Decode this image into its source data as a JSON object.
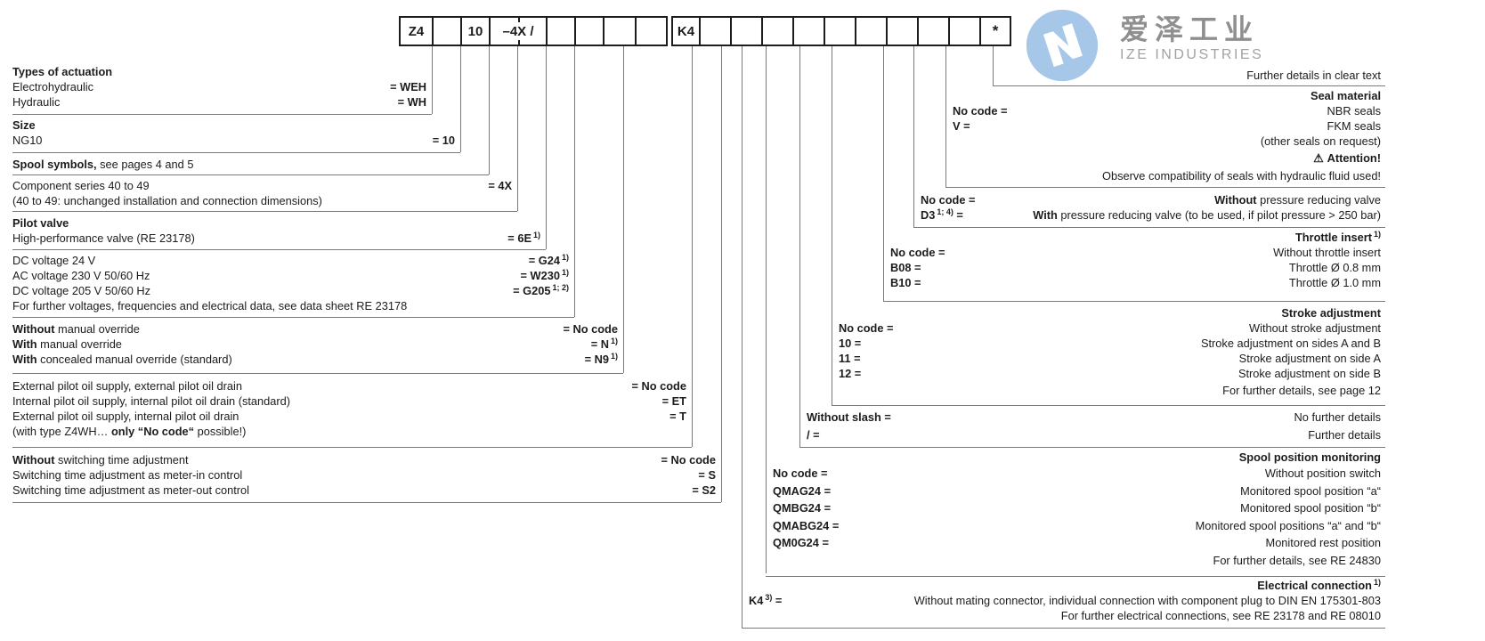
{
  "colors": {
    "logo_blue": "#a6c7e8",
    "line_gray": "#7a7a7a",
    "text": "#1c1c1c"
  },
  "logo": {
    "chinese": "爱泽工业",
    "english": "IZE INDUSTRIES"
  },
  "boxes": [
    "Z4",
    "",
    "10",
    "–4X /",
    "",
    "",
    "",
    "",
    "K4",
    "",
    "",
    "",
    "",
    "",
    "",
    "",
    "",
    "",
    "*"
  ],
  "left_sections": [
    {
      "title": "Types of actuation",
      "rows": [
        {
          "t": "Electrohydraulic",
          "code": "= WEH"
        },
        {
          "t": "Hydraulic",
          "code": "= WH"
        }
      ]
    },
    {
      "title": "Size",
      "rows": [
        {
          "t": "NG10",
          "code": "= 10"
        }
      ]
    },
    {
      "title": "",
      "rows": [
        {
          "b": "Spool symbols,",
          "t": " see pages 4 and 5",
          "code": ""
        }
      ]
    },
    {
      "title": "",
      "rows": [
        {
          "t": "Component series 40 to 49",
          "code": "= 4X"
        },
        {
          "t": "(40 to 49: unchanged installation and connection dimensions)",
          "code": ""
        }
      ]
    },
    {
      "title": "Pilot valve",
      "rows": [
        {
          "t": "High-performance valve (RE 23178)",
          "code": "= 6E",
          "sup": "1)"
        }
      ]
    },
    {
      "title": "",
      "rows": [
        {
          "t": "DC voltage 24 V",
          "code": "= G24",
          "sup": "1)"
        },
        {
          "t": "AC voltage 230 V 50/60 Hz",
          "code": "= W230",
          "sup": "1)"
        },
        {
          "t": "DC voltage 205 V 50/60 Hz",
          "code": "= G205",
          "sup": "1; 2)"
        },
        {
          "t": "For further voltages, frequencies and electrical data, see data sheet RE 23178",
          "code": ""
        }
      ]
    },
    {
      "title": "",
      "rows": [
        {
          "b": "Without",
          "t": " manual override",
          "code": "= No code"
        },
        {
          "b": "With",
          "t": " manual override",
          "code": "= N",
          "sup": "1)"
        },
        {
          "b": "With",
          "t": " concealed manual override (standard)",
          "code": "= N9",
          "sup": "1)"
        }
      ]
    },
    {
      "title": "",
      "rows": [
        {
          "t": "External pilot oil supply, external pilot oil drain",
          "code": "= No code"
        },
        {
          "t": "Internal pilot oil supply, internal pilot oil drain (standard)",
          "code": "= ET"
        },
        {
          "t": "External pilot oil supply, internal pilot oil drain",
          "code": "= T"
        },
        {
          "t0": "(with type Z4WH… ",
          "b": "only “No code“",
          "t": " possible!)",
          "code": ""
        }
      ]
    },
    {
      "title": "",
      "rows": [
        {
          "b": "Without",
          "t": " switching time adjustment",
          "code": "= No code"
        },
        {
          "t": "Switching time adjustment as meter-in control",
          "code": "= S"
        },
        {
          "t": "Switching time adjustment as meter-out control",
          "code": "= S2"
        }
      ]
    }
  ],
  "right_sections": [
    {
      "title": "",
      "rows": [
        {
          "c": "",
          "d": "Further details in clear text"
        }
      ]
    },
    {
      "title": "Seal material",
      "rows": [
        {
          "c": "No code =",
          "d": "NBR seals"
        },
        {
          "c": "V =",
          "d": "FKM seals"
        },
        {
          "c": "",
          "d": "(other seals on request)"
        },
        {
          "c": "",
          "icon": "⚠",
          "db": "Attention!",
          "d": ""
        },
        {
          "c": "",
          "d": "Observe compatibility of seals with hydraulic fluid used!"
        }
      ]
    },
    {
      "title": "",
      "rows": [
        {
          "c": "No code =",
          "db": "Without",
          "d": " pressure reducing valve"
        },
        {
          "c": "D3",
          "csup": "1; 4)",
          "c2": " =",
          "db": "With",
          "d": " pressure reducing valve (to be used, if pilot pressure > 250 bar)"
        }
      ]
    },
    {
      "title": "Throttle insert",
      "tsup": "1)",
      "rows": [
        {
          "c": "No code =",
          "d": "Without throttle insert"
        },
        {
          "c": "B08 =",
          "d": "Throttle Ø 0.8 mm"
        },
        {
          "c": "B10 =",
          "d": "Throttle Ø 1.0 mm"
        }
      ]
    },
    {
      "title": "Stroke adjustment",
      "rows": [
        {
          "c": "No code =",
          "d": "Without stroke adjustment"
        },
        {
          "c": "10 =",
          "d": "Stroke adjustment on sides A and B"
        },
        {
          "c": "11 =",
          "d": "Stroke adjustment on side A"
        },
        {
          "c": "12 =",
          "d": "Stroke adjustment on side B"
        },
        {
          "c": "",
          "d": "For further details, see page 12"
        }
      ]
    },
    {
      "title": "",
      "rows": [
        {
          "c": "Without slash =",
          "d": "No further details"
        },
        {
          "c": "/ =",
          "d": "Further details"
        }
      ]
    },
    {
      "title": "Spool position monitoring",
      "rows": [
        {
          "c": "No code =",
          "d": "Without position switch"
        },
        {
          "c": "QMAG24 =",
          "d": "Monitored spool position “a“"
        },
        {
          "c": "QMBG24 =",
          "d": "Monitored spool position “b“"
        },
        {
          "c": "QMABG24 =",
          "d": "Monitored spool positions “a“ and “b“"
        },
        {
          "c": "QM0G24 =",
          "d": "Monitored rest position"
        },
        {
          "c": "",
          "d": "For further details, see RE 24830"
        }
      ]
    },
    {
      "title": "Electrical connection",
      "tsup": "1)",
      "rows": [
        {
          "c": "K4",
          "csup": "3)",
          "c2": " =",
          "d": "Without mating connector, individual connection with component plug to DIN EN 175301-803"
        },
        {
          "c": "",
          "d": "For further electrical connections, see RE 23178 and RE 08010"
        }
      ]
    }
  ]
}
